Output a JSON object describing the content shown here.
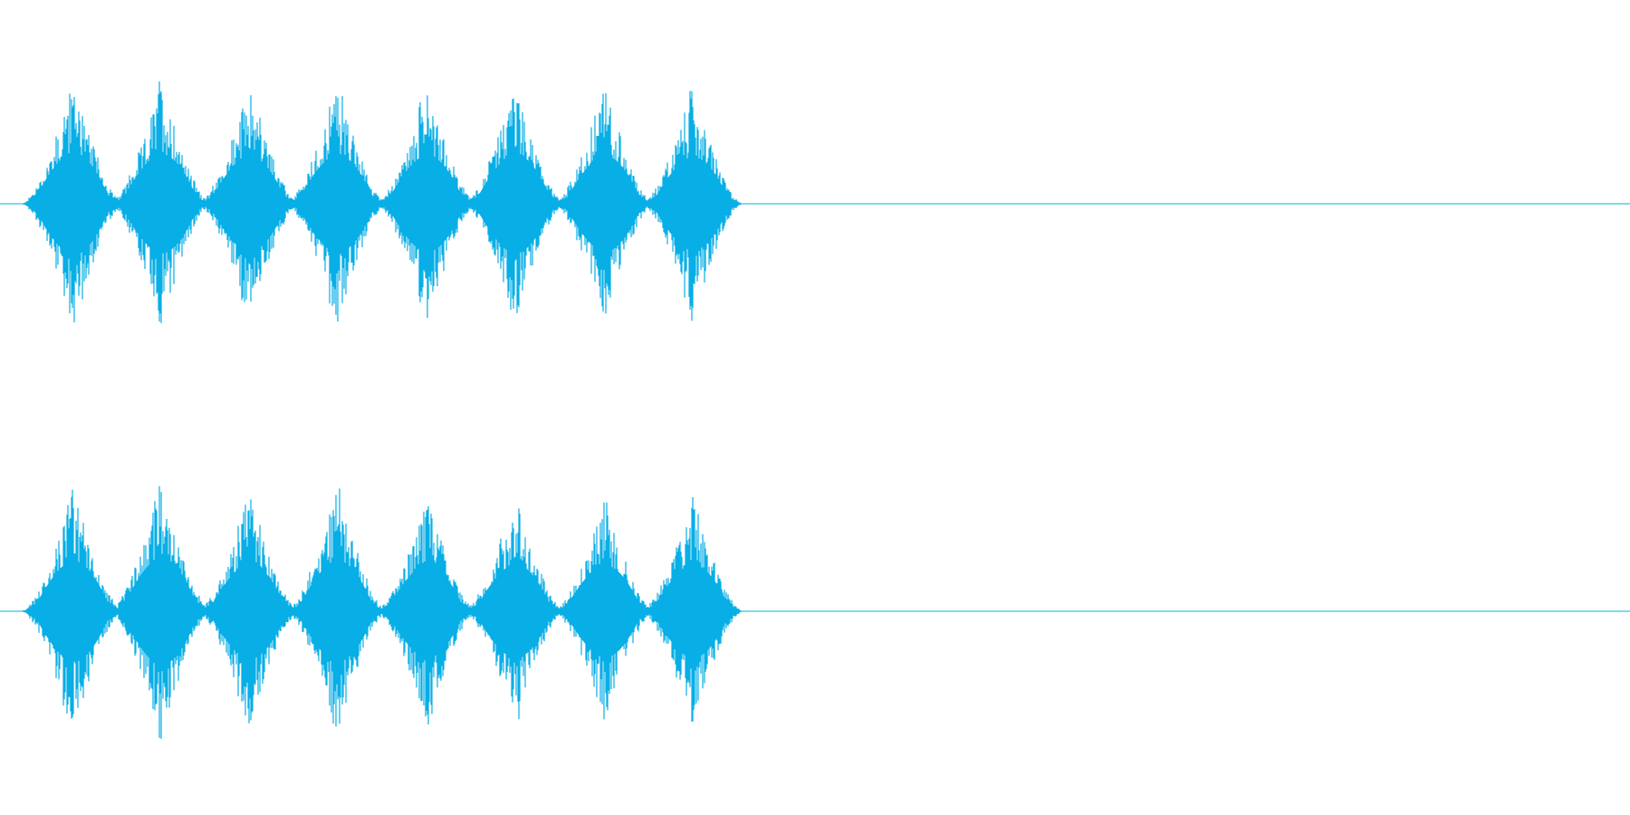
{
  "waveform": {
    "color": "#08aee6",
    "background": "#ffffff"
  },
  "chart_data": {
    "type": "area",
    "title": "",
    "xlabel": "",
    "ylabel": "",
    "x_range": [
      0,
      1
    ],
    "ylim": [
      -1,
      1
    ],
    "grid": false,
    "burst_count": 8,
    "series": [
      {
        "burst_centers": [
          0.045,
          0.099,
          0.153,
          0.207,
          0.262,
          0.316,
          0.371,
          0.425
        ],
        "burst_peaks": [
          0.88,
          0.85,
          0.82,
          0.84,
          0.83,
          0.85,
          0.82,
          0.8
        ]
      },
      {
        "burst_centers": [
          0.045,
          0.099,
          0.153,
          0.207,
          0.262,
          0.316,
          0.371,
          0.425
        ],
        "burst_peaks": [
          0.86,
          0.92,
          0.82,
          0.87,
          0.8,
          0.8,
          0.79,
          0.8
        ]
      }
    ]
  }
}
